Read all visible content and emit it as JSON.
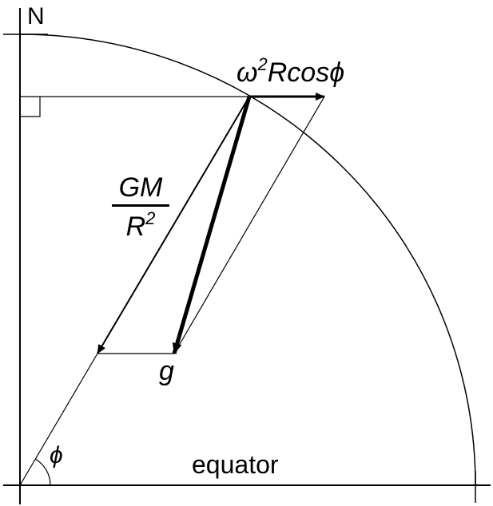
{
  "labels": {
    "north": "N",
    "centripetal_omega": "ω",
    "centripetal_exp": "2",
    "centripetal_rest": "Rcosϕ",
    "grav_numerator": "GM",
    "grav_denominator": "R",
    "grav_exp": "2",
    "effective_gravity": "g",
    "latitude_angle": "ϕ",
    "equator": "equator"
  },
  "colors": {
    "ink": "#000000",
    "background": "#ffffff"
  }
}
